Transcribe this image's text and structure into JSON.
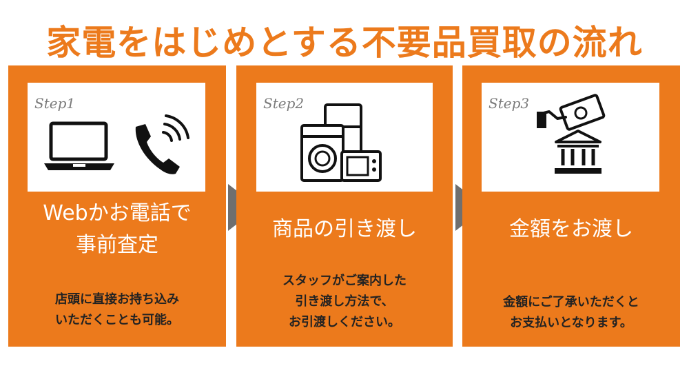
{
  "title": "家電をはじめとする不要品買取の流れ",
  "colors": {
    "accent": "#ec7a1c",
    "arrow": "#6f6f6f",
    "text_dark": "#222222"
  },
  "steps": [
    {
      "label": "Step1",
      "icons": [
        "laptop-icon",
        "phone-icon"
      ],
      "heading": [
        "Webかお電話で",
        "事前査定"
      ],
      "description": [
        "店頭に直接お持ち込み",
        "いただくことも可能。"
      ]
    },
    {
      "label": "Step2",
      "icons": [
        "appliances-icon"
      ],
      "heading": [
        "商品の引き渡し"
      ],
      "description": [
        "スタッフがご案内した",
        "引き渡し方法で、",
        "お引渡しください。"
      ]
    },
    {
      "label": "Step3",
      "icons": [
        "money-bank-icon"
      ],
      "heading": [
        "金額をお渡し"
      ],
      "description": [
        "金額にご了承いただくと",
        "お支払いとなります。"
      ]
    }
  ]
}
